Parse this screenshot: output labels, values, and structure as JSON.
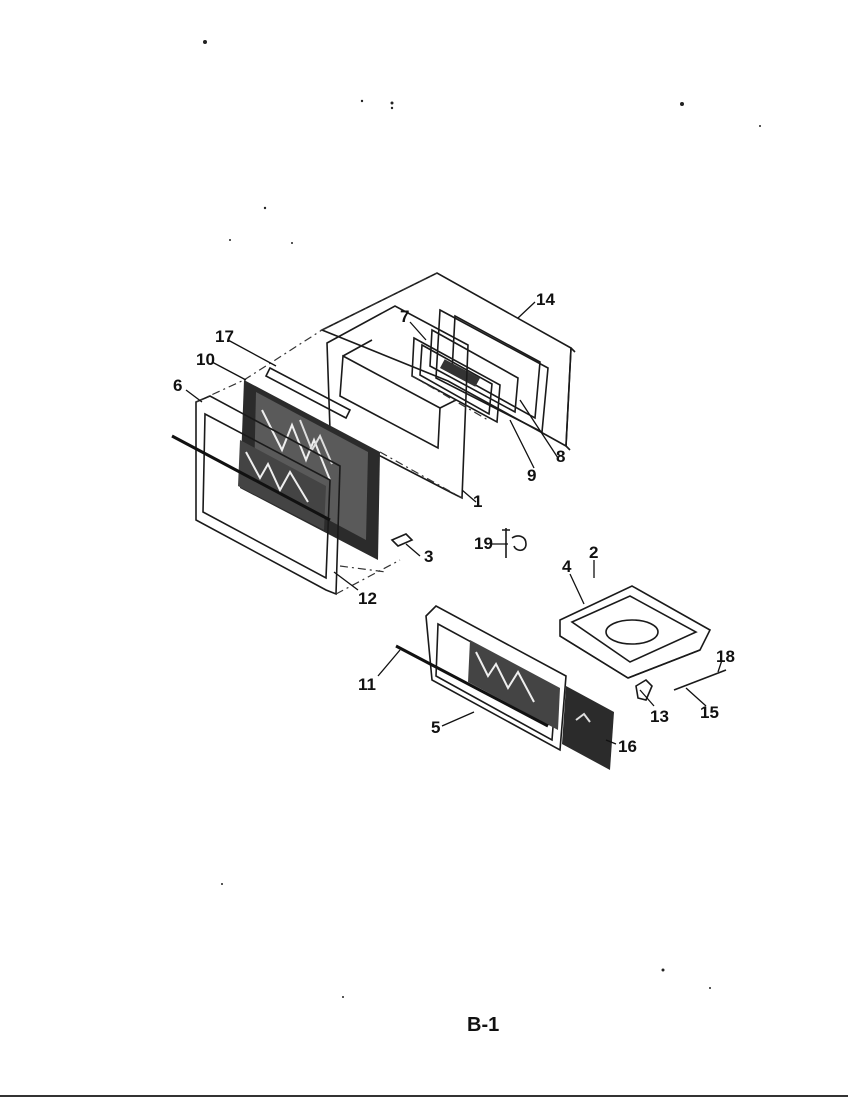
{
  "page_label": "B-1",
  "callouts": [
    {
      "id": "callout-1",
      "label": "1"
    },
    {
      "id": "callout-2",
      "label": "2"
    },
    {
      "id": "callout-3",
      "label": "3"
    },
    {
      "id": "callout-4",
      "label": "4"
    },
    {
      "id": "callout-5",
      "label": "5"
    },
    {
      "id": "callout-6",
      "label": "6"
    },
    {
      "id": "callout-7",
      "label": "7"
    },
    {
      "id": "callout-8",
      "label": "8"
    },
    {
      "id": "callout-9",
      "label": "9"
    },
    {
      "id": "callout-10",
      "label": "10"
    },
    {
      "id": "callout-11",
      "label": "11"
    },
    {
      "id": "callout-12",
      "label": "12"
    },
    {
      "id": "callout-13",
      "label": "13"
    },
    {
      "id": "callout-14",
      "label": "14"
    },
    {
      "id": "callout-15",
      "label": "15"
    },
    {
      "id": "callout-16",
      "label": "16"
    },
    {
      "id": "callout-17",
      "label": "17"
    },
    {
      "id": "callout-18",
      "label": "18"
    },
    {
      "id": "callout-19",
      "label": "19"
    }
  ]
}
